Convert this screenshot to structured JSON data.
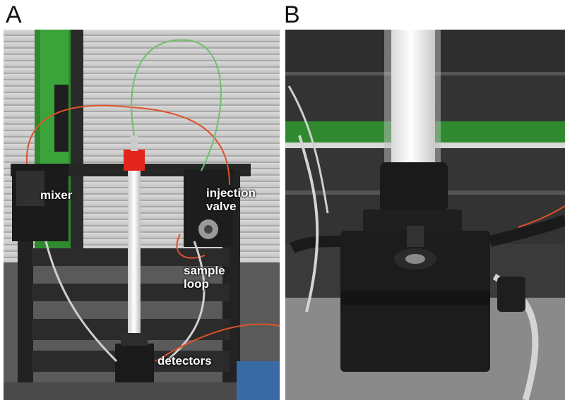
{
  "panels": [
    {
      "letter": "A",
      "labels": {
        "mixer": "mixer",
        "injection_valve_line1": "injection",
        "injection_valve_line2": "valve",
        "sample_loop_line1": "sample",
        "sample_loop_line2": "loop",
        "detectors": "detectors"
      }
    },
    {
      "letter": "B"
    }
  ],
  "colors": {
    "tube_red": "#e0522a",
    "tube_green": "#6fbf6a",
    "window_frame_green": "#2f8a2f",
    "rack_black": "#2a2a2a",
    "column_cap_red": "#e2261e"
  }
}
